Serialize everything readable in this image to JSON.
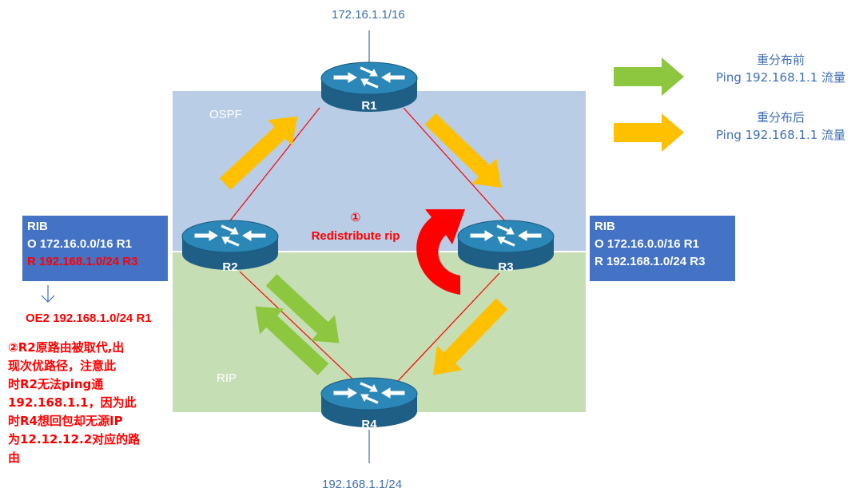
{
  "networks": {
    "top": "172.16.1.1/16",
    "bottom": "192.168.1.1/24"
  },
  "zones": {
    "ospf": "OSPF",
    "rip": "RIP"
  },
  "routers": {
    "r1": "R1",
    "r2": "R2",
    "r3": "R3",
    "r4": "R4"
  },
  "rib_left": {
    "title": "RIB",
    "line1": "O 172.16.0.0/16 R1",
    "line2": "R 192.168.1.0/24 R3"
  },
  "rib_right": {
    "title": "RIB",
    "line1": "O 172.16.0.0/16 R1",
    "line2": "R 192.168.1.0/24 R3"
  },
  "legend": {
    "before_title": "重分布前",
    "before_desc": "Ping 192.168.1.1 流量",
    "after_title": "重分布后",
    "after_desc": "Ping 192.168.1.1 流量"
  },
  "redistribute": {
    "marker": "①",
    "text": "Redistribute rip"
  },
  "oe2_route": "OE2 192.168.1.0/24 R1",
  "note_lines": [
    "②R2原路由被取代,出",
    "现次优路径，注意此",
    "时R2无法ping通",
    "192.168.1.1，因为此",
    "时R4想回包却无源IP",
    "为12.12.12.2对应的路",
    "由"
  ],
  "colors": {
    "ospf_zone": "#b9cde6",
    "rip_zone": "#c6deb4",
    "rib_box": "#4472c4",
    "green_arrow": "#8dc63f",
    "orange_arrow": "#ffc000",
    "link": "#ff0000",
    "router": "#1b6d95",
    "label_blue": "#3f6fb5"
  },
  "icons": {
    "router": "router-icon",
    "redistribute": "curved-arrow-icon"
  }
}
